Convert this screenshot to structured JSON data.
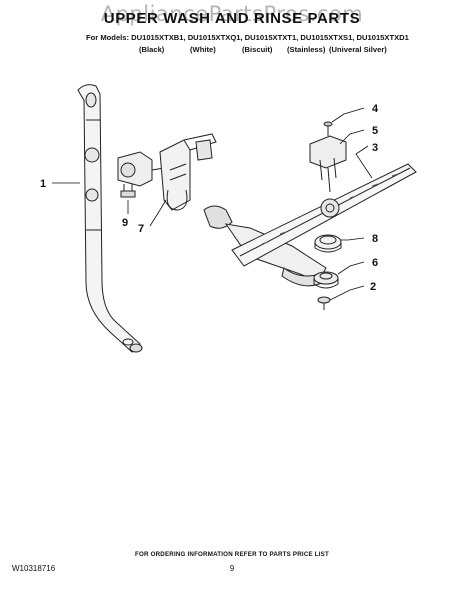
{
  "watermark": "AppliancePartsPros.com",
  "title": "UPPER WASH AND RINSE PARTS",
  "models_line": "For Models: DU1015XTXB1, DU1015XTXQ1, DU1015XTXT1, DU1015XTXS1, DU1015XTXD1",
  "colors": [
    "(Black)",
    "(White)",
    "(Biscuit)",
    "(Stainless)",
    "(Univeral Silver)"
  ],
  "callouts": {
    "c1": "1",
    "c2": "2",
    "c3": "3",
    "c4": "4",
    "c5": "5",
    "c6": "6",
    "c7": "7",
    "c8": "8",
    "c9": "9"
  },
  "footer_note": "FOR ORDERING INFORMATION REFER TO PARTS PRICE LIST",
  "doc_id": "W10318716",
  "page_number": "9"
}
